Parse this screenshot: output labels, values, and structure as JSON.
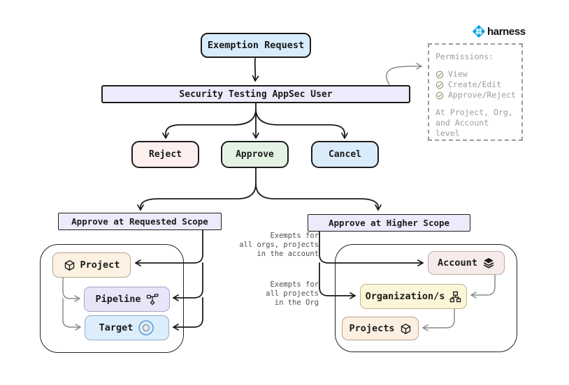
{
  "logo": {
    "brand": "harness",
    "icon_color": "#00a3e0"
  },
  "nodes": {
    "exemption_request": "Exemption Request",
    "appsec_user": "Security Testing AppSec User",
    "reject": "Reject",
    "approve": "Approve",
    "cancel": "Cancel",
    "requested_scope": "Approve at Requested Scope",
    "higher_scope": "Approve at Higher Scope",
    "project": "Project",
    "pipeline": "Pipeline",
    "target": "Target",
    "account": "Account",
    "organizations": "Organization/s",
    "projects": "Projects"
  },
  "permissions": {
    "title": "Permissions:",
    "items": [
      "View",
      "Create/Edit",
      "Approve/Reject"
    ],
    "footer_line1": "At Project, Org,",
    "footer_line2": "and Account level"
  },
  "annotations": {
    "account_note": [
      "Exempts for",
      "all orgs, projects",
      "in the account"
    ],
    "org_note": [
      "Exempts for",
      "all projects",
      "in the Org"
    ]
  },
  "colors": {
    "ink": "#1a1a1a",
    "gray_arrow": "#8a8a8a",
    "exemption_fill": "#d8ecfb",
    "bar_fill": "#edebfb",
    "reject_fill": "#fcefee",
    "approve_fill": "#e4f2e4",
    "cancel_fill": "#daebf9",
    "project_fill": "#fdf2e2",
    "pipeline_fill": "#e9e4f8",
    "target_fill": "#dcedfb",
    "account_fill": "#f6ebea",
    "organizations_fill": "#fbf6d8",
    "check_green": "#7d915e",
    "note_gray": "#4f4f4f"
  }
}
